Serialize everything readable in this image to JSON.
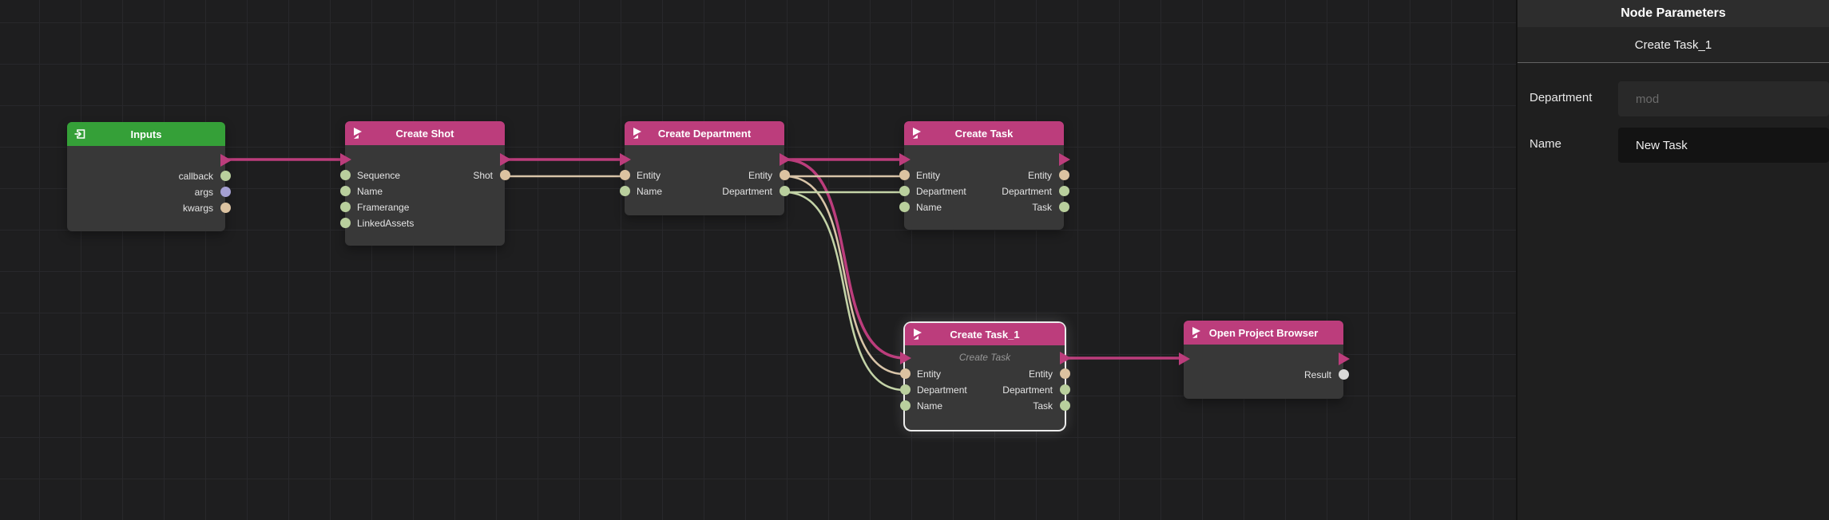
{
  "panel": {
    "title": "Node Parameters",
    "node_name": "Create Task_1",
    "params": [
      {
        "label": "Department",
        "value": "",
        "placeholder": "mod"
      },
      {
        "label": "Name",
        "value": "New Task",
        "placeholder": ""
      }
    ]
  },
  "graph": {
    "nodes": [
      {
        "title": "Inputs",
        "icon": "input-arrow-icon",
        "header_color": "#35a038",
        "outputs": [
          {
            "label": "callback",
            "type": "green"
          },
          {
            "label": "args",
            "type": "purple"
          },
          {
            "label": "kwargs",
            "type": "tan"
          }
        ]
      },
      {
        "title": "Create Shot",
        "icon": "action-flag-icon",
        "header_color": "#bc3d7c",
        "inputs": [
          {
            "label": "Sequence",
            "type": "green"
          },
          {
            "label": "Name",
            "type": "green"
          },
          {
            "label": "Framerange",
            "type": "green"
          },
          {
            "label": "LinkedAssets",
            "type": "green"
          }
        ],
        "outputs": [
          {
            "label": "Shot",
            "type": "tan"
          }
        ]
      },
      {
        "title": "Create Department",
        "icon": "action-flag-icon",
        "header_color": "#bc3d7c",
        "inputs": [
          {
            "label": "Entity",
            "type": "tan"
          },
          {
            "label": "Name",
            "type": "green"
          }
        ],
        "outputs": [
          {
            "label": "Entity",
            "type": "tan"
          },
          {
            "label": "Department",
            "type": "green"
          }
        ]
      },
      {
        "title": "Create Task",
        "icon": "action-flag-icon",
        "header_color": "#bc3d7c",
        "inputs": [
          {
            "label": "Entity",
            "type": "tan"
          },
          {
            "label": "Department",
            "type": "green"
          },
          {
            "label": "Name",
            "type": "green"
          }
        ],
        "outputs": [
          {
            "label": "Entity",
            "type": "tan"
          },
          {
            "label": "Department",
            "type": "green"
          },
          {
            "label": "Task",
            "type": "green"
          }
        ]
      },
      {
        "title": "Create Task_1",
        "subtitle": "Create Task",
        "selected": true,
        "icon": "action-flag-icon",
        "header_color": "#bc3d7c",
        "inputs": [
          {
            "label": "Entity",
            "type": "tan"
          },
          {
            "label": "Department",
            "type": "green"
          },
          {
            "label": "Name",
            "type": "green"
          }
        ],
        "outputs": [
          {
            "label": "Entity",
            "type": "tan"
          },
          {
            "label": "Department",
            "type": "green"
          },
          {
            "label": "Task",
            "type": "green"
          }
        ]
      },
      {
        "title": "Open Project Browser",
        "icon": "action-flag-icon",
        "header_color": "#bc3d7c",
        "outputs": [
          {
            "label": "Result",
            "type": "white"
          }
        ]
      }
    ],
    "colors": {
      "exec_wire": "#bc3d7c",
      "tan_wire": "#d8c4a8",
      "green_wire": "#c3d3a7",
      "port_green": "#b9cf9d",
      "port_purple": "#a5a0d2",
      "port_tan": "#dcc3a1",
      "port_white": "#d8d8d8",
      "header_pink": "#bc3d7c",
      "header_green": "#35a038",
      "node_body": "#383838",
      "canvas_bg": "#1e1e1f"
    }
  }
}
